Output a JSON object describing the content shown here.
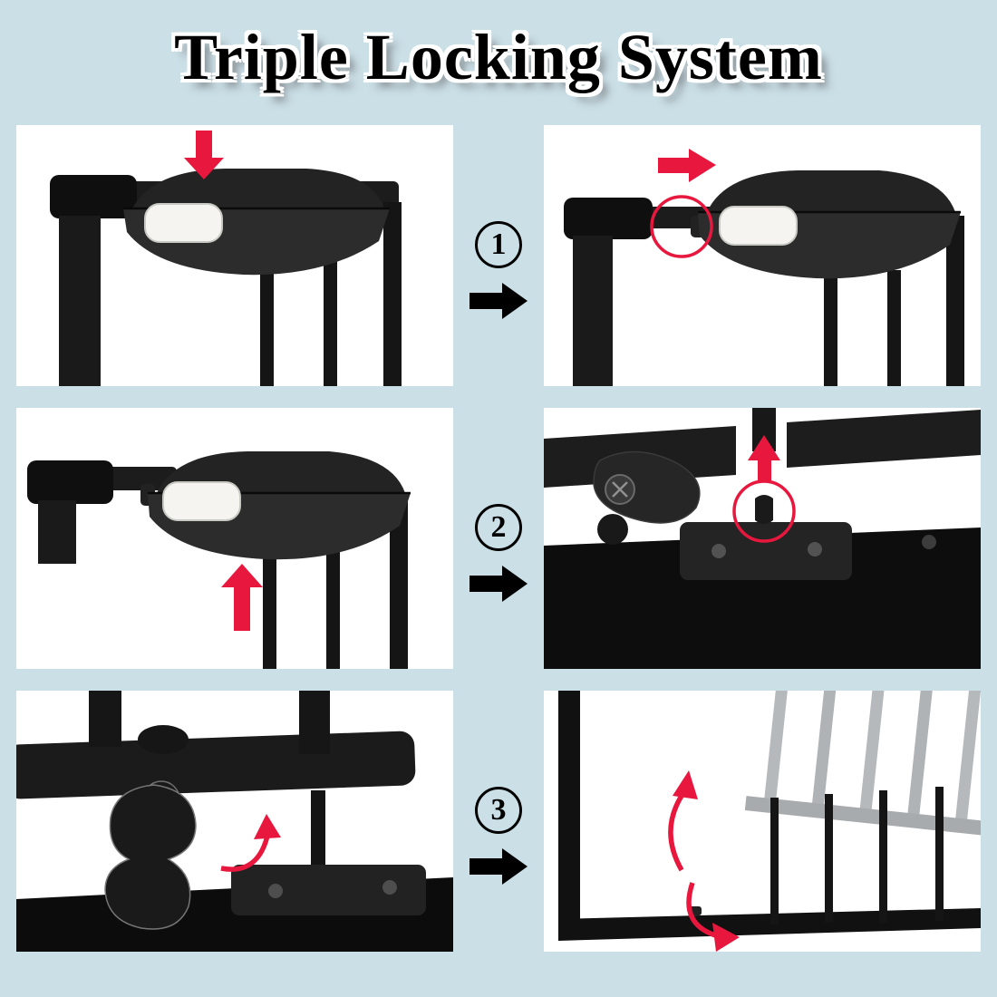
{
  "title": "Triple Locking System",
  "colors": {
    "background": "#cbdfe7",
    "panel": "#ffffff",
    "metal_black": "#1b1b1b",
    "door_gray": "#b4b7ba",
    "accent_red": "#e8173d"
  },
  "steps": [
    {
      "number": "1"
    },
    {
      "number": "2"
    },
    {
      "number": "3"
    }
  ],
  "icons": {
    "between_panels": "black-arrow-right",
    "step1_before": "red-arrow-down",
    "step1_after": [
      "red-arrow-right",
      "red-circle-highlight"
    ],
    "step2_before": "red-arrow-up",
    "step2_after": [
      "red-arrow-up",
      "red-circle-highlight"
    ],
    "step3_before": "red-curved-arrow",
    "step3_after": [
      "red-curved-arrow-up",
      "red-curved-arrow-down"
    ]
  }
}
